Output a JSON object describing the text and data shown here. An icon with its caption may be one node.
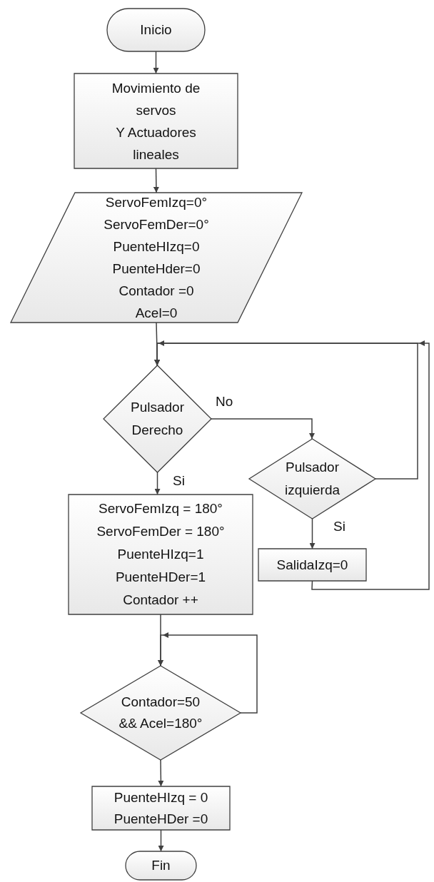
{
  "diagram": {
    "nodes": [
      {
        "text": [
          "Inicio"
        ]
      },
      {
        "text": [
          "Movimiento de servos Y Actuadores lineales"
        ]
      },
      {
        "text": [
          "ServoFemIzq=0° ServoFemDer=0° PuenteHIzq=0 PuenteHder=0 Contador =0 Acel=0"
        ]
      },
      {
        "text": [
          "Pulsador Derecho"
        ]
      },
      {
        "text": [
          "Pulsador izquierda"
        ]
      },
      {
        "text": [
          "ServoFemIzq = 180° ServoFemDer = 180° PuenteHIzq=1 PuenteHDer=1 Contador ++"
        ]
      },
      {
        "text": [
          "SalidaIzq=0"
        ]
      },
      {
        "text": [
          "Contador=50 && Acel=180°"
        ]
      },
      {
        "text": [
          "PuenteHIzq = 0 PuenteHDer =0"
        ]
      },
      {
        "text": [
          "Fin"
        ]
      }
    ],
    "edges": [
      {
        "from": 0,
        "to": 1,
        "arrow": "to"
      },
      {
        "from": 1,
        "to": 2,
        "arrow": "to"
      },
      {
        "from": 2,
        "to": 3,
        "arrow": "to"
      },
      {
        "from": 3,
        "to": 4,
        "arrow": "to",
        "label": "No"
      },
      {
        "from": 3,
        "to": 5,
        "arrow": "to",
        "label": "Si"
      },
      {
        "from": 4,
        "to": 6,
        "arrow": "to",
        "label": "Si"
      },
      {
        "from": 4,
        "to": 3,
        "arrow": "to"
      },
      {
        "from": 6,
        "to": 3,
        "arrow": "to"
      },
      {
        "from": 5,
        "to": 7,
        "arrow": "to"
      },
      {
        "from": 7,
        "to": 7,
        "arrow": "to"
      },
      {
        "from": 7,
        "to": 8,
        "arrow": "to"
      },
      {
        "from": 8,
        "to": 9,
        "arrow": "to"
      }
    ]
  }
}
